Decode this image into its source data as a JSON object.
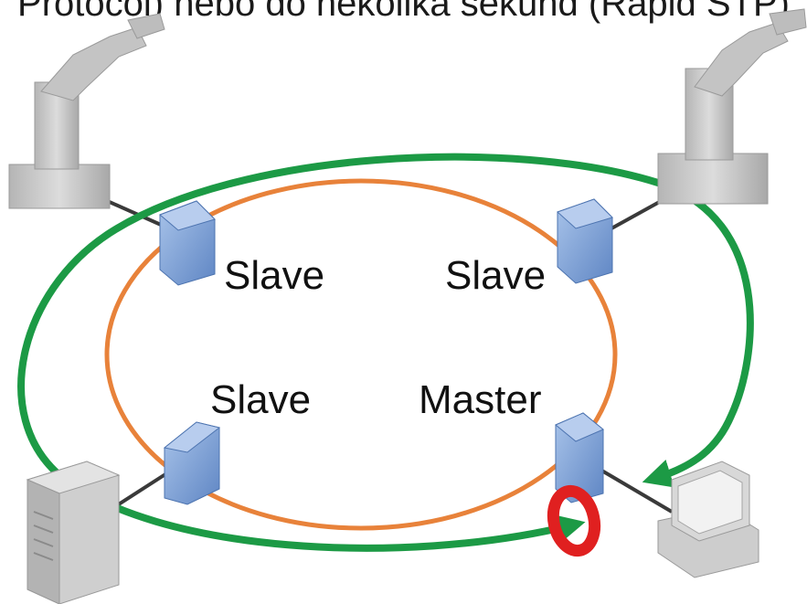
{
  "header": {
    "caption": "Protocol) nebo do několika sekund (Rapid STP)"
  },
  "nodes": [
    {
      "label": "Slave"
    },
    {
      "label": "Slave"
    },
    {
      "label": "Slave"
    },
    {
      "label": "Master"
    }
  ],
  "colors": {
    "ring": "#e8823a",
    "path": "#1c9a45",
    "break": "#e02020",
    "switch": "#7da2d6",
    "device": "#c9c9c9",
    "cable": "#3a3a3a"
  },
  "icons": [
    "robot-arm-icon",
    "network-switch-icon",
    "server-tower-icon",
    "workstation-icon",
    "link-break-icon"
  ]
}
